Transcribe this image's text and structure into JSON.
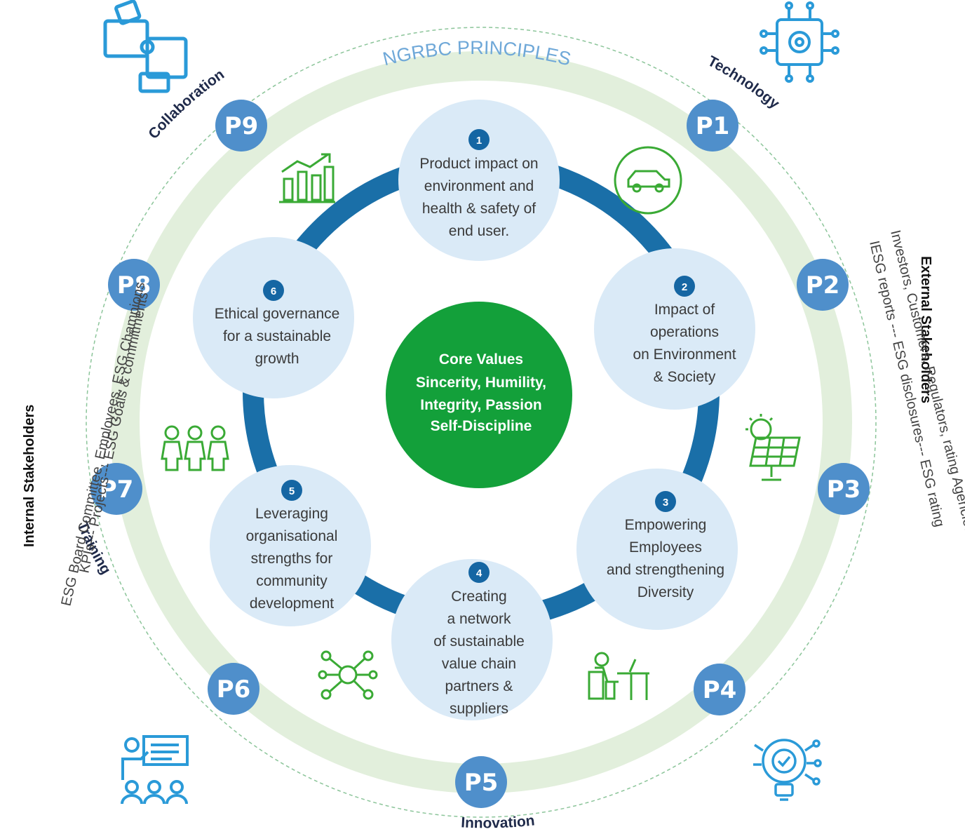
{
  "title": "NGRBC PRINCIPLES",
  "core": {
    "lines": [
      "Core Values",
      "Sincerity, Humility,",
      "Integrity, Passion",
      "Self-Discipline"
    ]
  },
  "nodes": [
    {
      "label": "P1"
    },
    {
      "label": "P2"
    },
    {
      "label": "P3"
    },
    {
      "label": "P4"
    },
    {
      "label": "P5"
    },
    {
      "label": "P6"
    },
    {
      "label": "P7"
    },
    {
      "label": "P8"
    },
    {
      "label": "P9"
    }
  ],
  "arc_labels": {
    "technology": "Technology",
    "collaboration": "Collaboration",
    "innovation": "Innovation",
    "training": "Training"
  },
  "principles": [
    {
      "num": "1",
      "lines": [
        "Product impact on",
        "environment and",
        "health & safety of",
        "end user."
      ]
    },
    {
      "num": "2",
      "lines": [
        "Impact of",
        "operations",
        "on Environment",
        "& Society"
      ]
    },
    {
      "num": "3",
      "lines": [
        "Empowering",
        "Employees",
        "and strengthening",
        "Diversity"
      ]
    },
    {
      "num": "4",
      "lines": [
        "Creating",
        "a network",
        "of sustainable",
        "value chain",
        "partners &",
        "suppliers"
      ]
    },
    {
      "num": "5",
      "lines": [
        "Leveraging",
        "organisational",
        "strengths for",
        "community",
        "development"
      ]
    },
    {
      "num": "6",
      "lines": [
        "Ethical governance",
        "for a sustainable",
        "growth"
      ]
    }
  ],
  "internal_stakeholders": {
    "title": "Internal Stakeholders",
    "line1": "ESG Board Committee, Employees, ESG Champions",
    "line2": "KPIs--- Projects--- ESG Goals & commitments"
  },
  "external_stakeholders": {
    "title": "External Stakeholders",
    "line1": "Investors, Customers, Regulators, rating Agencies",
    "line2": "IESG reports --- ESG disclosures--- ESG rating"
  },
  "colors": {
    "ring": "#e2efdc",
    "node": "#4f8fcb",
    "petal": "#daeaf7",
    "connector": "#1a6fa8",
    "number": "#1566a3",
    "core": "#13a03a",
    "green_icon": "#3aaa35",
    "blue_icon": "#2a9ad8"
  },
  "icons": {
    "top_left": "puzzle-handshake-icon",
    "top_right": "chip-gear-icon",
    "bottom_left": "training-presentation-icon",
    "bottom_right": "innovation-bulb-icon",
    "p1_petal": "car-icon",
    "p9_petal": "growth-chart-icon",
    "p3_petal": "solar-panel-icon",
    "p4_petal": "employee-desk-icon",
    "p6_petal": "network-icon",
    "p7_petal": "people-group-icon"
  }
}
